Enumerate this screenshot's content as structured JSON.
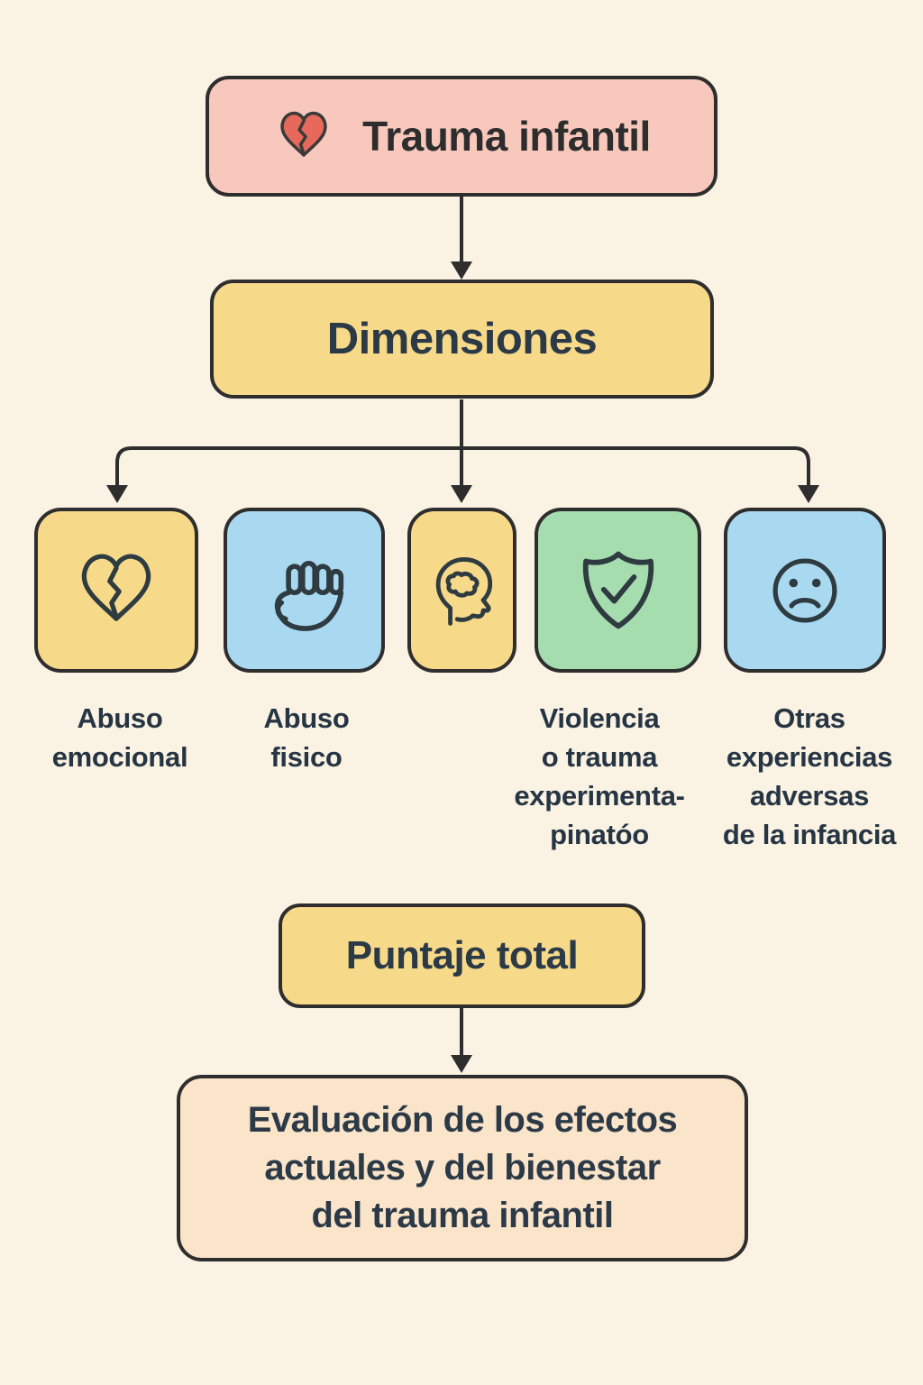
{
  "palette": {
    "background": "#faf2e2",
    "root_fill": "#f8c8bc",
    "yellow_fill": "#f7d98a",
    "blue_fill": "#a9d9f1",
    "green_fill": "#a5ddaf",
    "eval_fill": "#fae4ca",
    "border": "#2e2e2e",
    "heart_red": "#e7695c",
    "text_dark": "#2d2d2d",
    "text_navy": "#2c3a47"
  },
  "root": {
    "label": "Trauma infantil",
    "icon": "broken-heart-icon"
  },
  "dimensions": {
    "label": "Dimensiones"
  },
  "children": [
    {
      "icon": "broken-heart-icon",
      "color": "#f7d98a",
      "label_lines": [
        "Abuso",
        "emocional"
      ]
    },
    {
      "icon": "fist-icon",
      "color": "#a9d9f1",
      "label_lines": [
        "Abuso",
        "fisico"
      ]
    },
    {
      "icon": "head-brain-icon",
      "color": "#f7d98a",
      "label_lines": []
    },
    {
      "icon": "shield-check-icon",
      "color": "#a5ddaf",
      "label_lines": [
        "Violencia",
        "o trauma",
        "experimenta-",
        "pinatóo"
      ]
    },
    {
      "icon": "sad-face-icon",
      "color": "#a9d9f1",
      "label_lines": [
        "Otras",
        "experiencias",
        "adversas",
        "de la infancia"
      ]
    }
  ],
  "total": {
    "label": "Puntaje total"
  },
  "evaluation": {
    "label_lines": [
      "Evaluación de los efectos",
      "actuales y del bienestar",
      "del trauma infantil"
    ]
  }
}
